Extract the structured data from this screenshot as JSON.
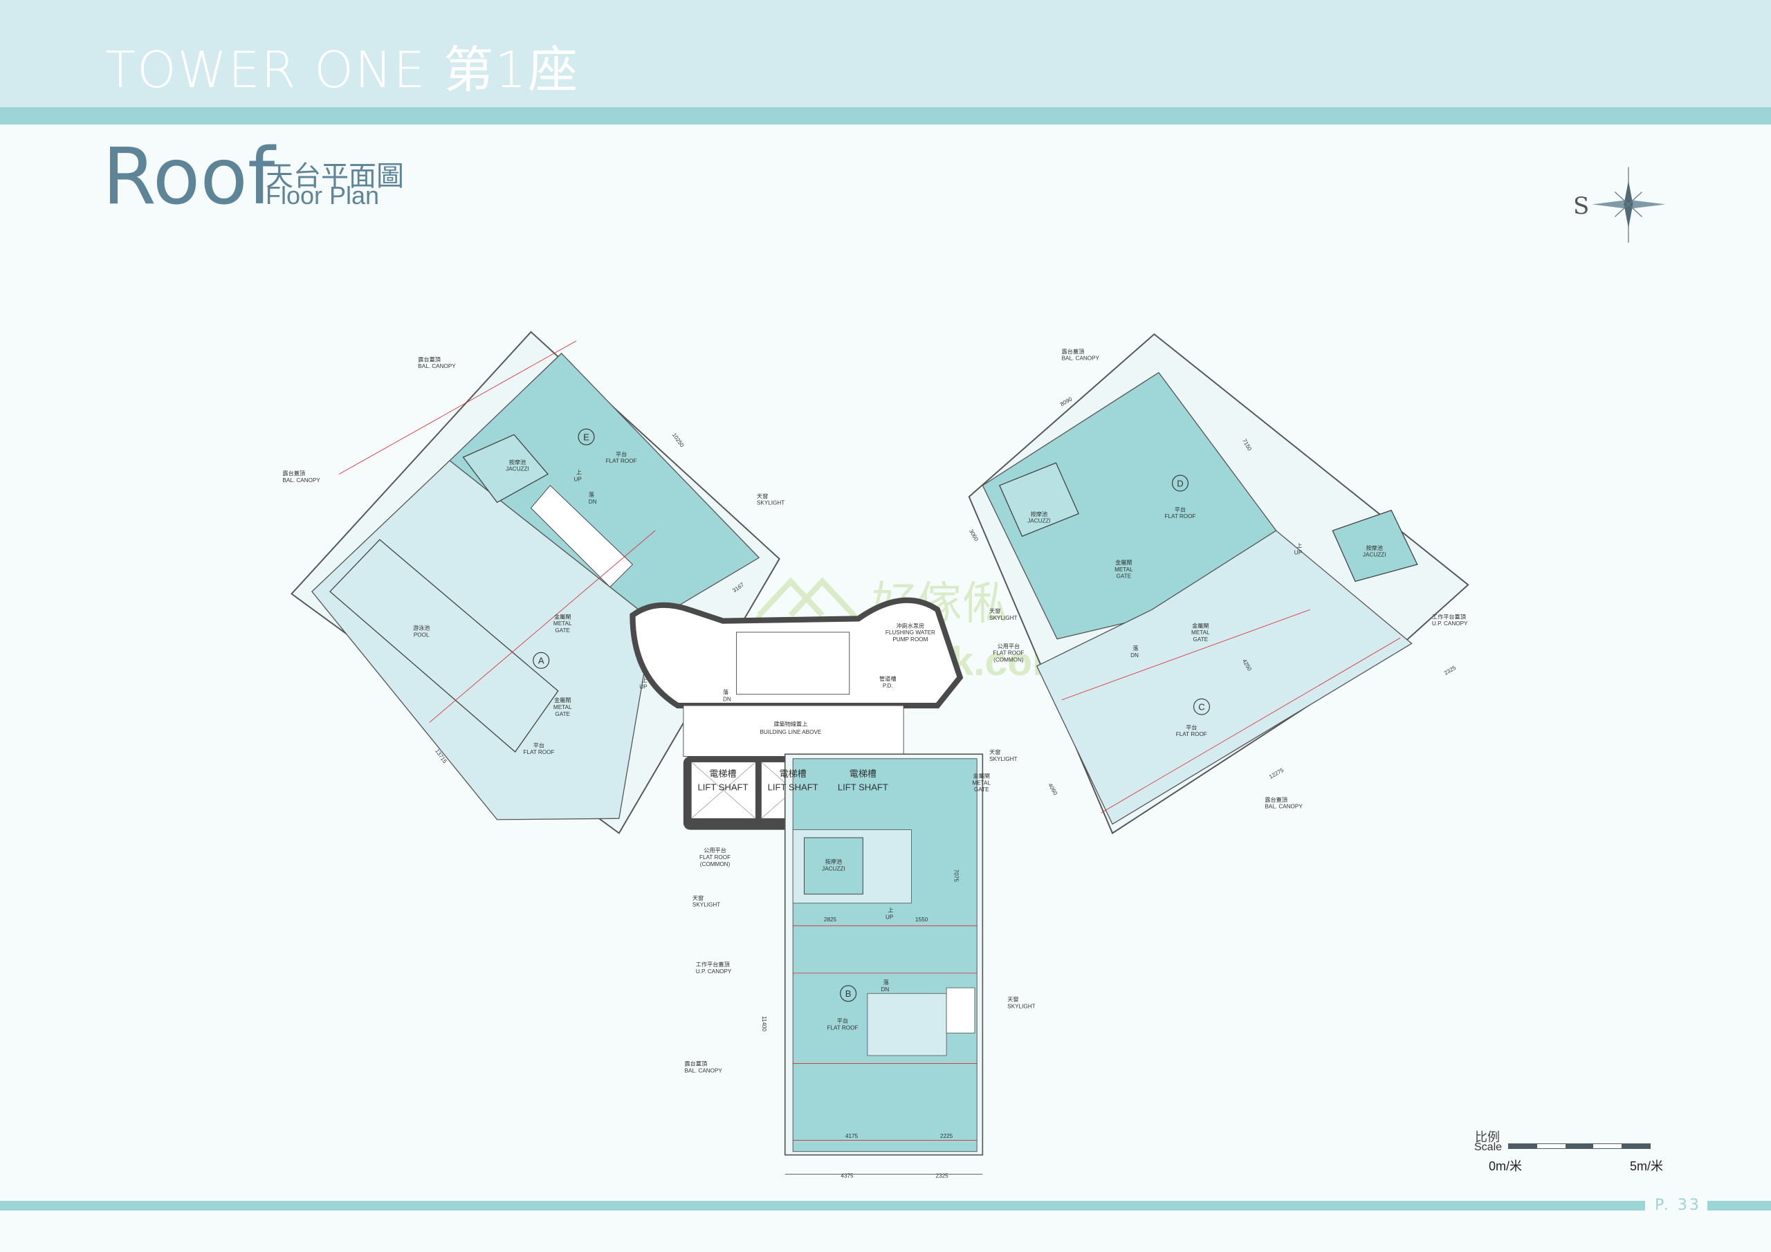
{
  "header": {
    "title": "TOWER ONE  第1座"
  },
  "plan_title": {
    "big": "Roof",
    "zh": "天台平面圖",
    "en": "Floor Plan"
  },
  "compass": {
    "label": "S"
  },
  "scale": {
    "zh": "比例",
    "en": "Scale",
    "start": "0m/米",
    "end": "5m/米"
  },
  "page": {
    "number": "P. 33"
  },
  "watermark": {
    "zh": "好傢俬",
    "en": "hohomehk.com"
  },
  "colors": {
    "teal_dark": "#9fd6d8",
    "teal_light": "#d4ecef",
    "wall": "#4a4a4a",
    "dimension": "#e0262e",
    "header": "#d3ebef",
    "accent": "#9dd5d7",
    "title": "#5e8597"
  },
  "units": {
    "a": "A",
    "b": "B",
    "c": "C",
    "d": "D",
    "e": "E"
  },
  "labels": {
    "flat_roof_zh": "平台",
    "flat_roof_en": "FLAT ROOF",
    "jacuzzi_zh": "按摩池",
    "jacuzzi_en": "JACUZZI",
    "pool_zh": "游泳池",
    "pool_en": "POOL",
    "metal_gate_zh": "金屬閘",
    "metal_gate_en1": "METAL",
    "metal_gate_en2": "GATE",
    "skylight_zh": "天窗",
    "skylight_en": "SKYLIGHT",
    "bal_canopy_zh": "露台蓋頂",
    "bal_canopy_en": "BAL. CANOPY",
    "up_canopy_zh": "工作平台蓋頂",
    "up_canopy_en": "U.P. CANOPY",
    "common_roof_zh": "公用平台",
    "common_roof_en": "FLAT ROOF",
    "common_roof_en2": "(COMMON)",
    "pump_zh": "沖廁水泵房",
    "pump_en1": "FLUSHING WATER",
    "pump_en2": "PUMP ROOM",
    "building_line_zh": "建築物線置上",
    "building_line_en": "BUILDING LINE ABOVE",
    "lift_zh": "電梯槽",
    "lift_en": "LIFT SHAFT",
    "pd_zh": "管道槽",
    "pd_en": "P.D.",
    "up_zh": "上",
    "up_en": "UP",
    "dn_zh": "落",
    "dn_en": "DN"
  },
  "dimensions": {
    "d4375": "4375",
    "d2325": "2325",
    "d13715": "13715",
    "d12275": "12275",
    "d10250": "10250",
    "d7150": "7150",
    "d4250": "4250",
    "d2825": "2825",
    "d1550": "1550",
    "d3167": "3167",
    "d4175": "4175",
    "d2225": "2225",
    "d8090": "8090",
    "d11400": "11400",
    "d7075": "7075",
    "d3060": "3060",
    "d4060": "4060"
  }
}
